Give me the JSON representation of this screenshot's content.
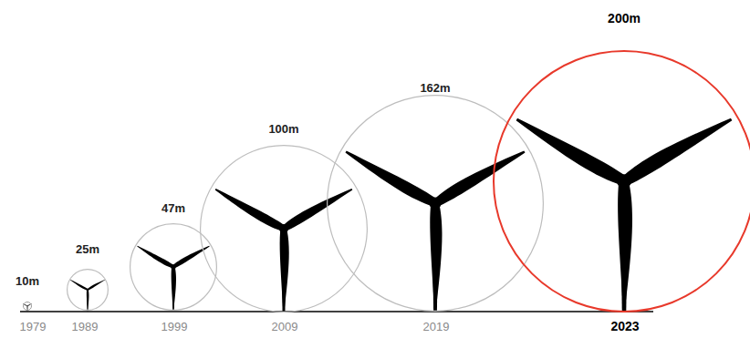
{
  "diagram": {
    "nodes": [
      {
        "text": [
          "10m"
        ]
      },
      {
        "text": [
          "25m"
        ]
      },
      {
        "text": [
          "47m"
        ]
      },
      {
        "text": [
          "100m"
        ]
      },
      {
        "text": [
          "162m"
        ]
      },
      {
        "text": [
          "200m"
        ]
      }
    ],
    "labels": [
      "1979",
      "1989",
      "1999",
      "2009",
      "2019",
      "2023"
    ]
  }
}
